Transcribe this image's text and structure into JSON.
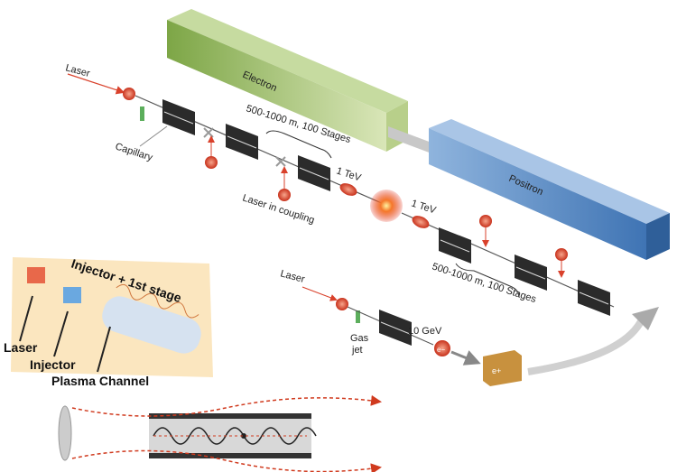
{
  "colors": {
    "electron_box": "#8fb85a",
    "positron_box": "#5b8fc8",
    "laser_red": "#d9412b",
    "injector_bg": "#fbe6bf",
    "stage_dark": "#2b2b2b"
  },
  "boxes": {
    "electron": "Electron",
    "positron": "Positron"
  },
  "beamline_top": {
    "laser": "Laser",
    "capillary": "Capillary",
    "span": "500-1000 m, 100 Stages",
    "laser_coupling": "Laser in coupling",
    "energy": "1 TeV"
  },
  "beamline_bottom": {
    "energy": "1 TeV",
    "span": "500-1000 m, 100 Stages"
  },
  "positron_source": {
    "laser": "Laser",
    "gas_jet_line1": "Gas",
    "gas_jet_line2": "jet",
    "energy": "10 GeV",
    "electron": "e−",
    "positron": "e+"
  },
  "injector_panel": {
    "title": "Injector + 1st stage",
    "laser": "Laser",
    "injector": "Injector",
    "plasma_channel": "Plasma Channel"
  }
}
